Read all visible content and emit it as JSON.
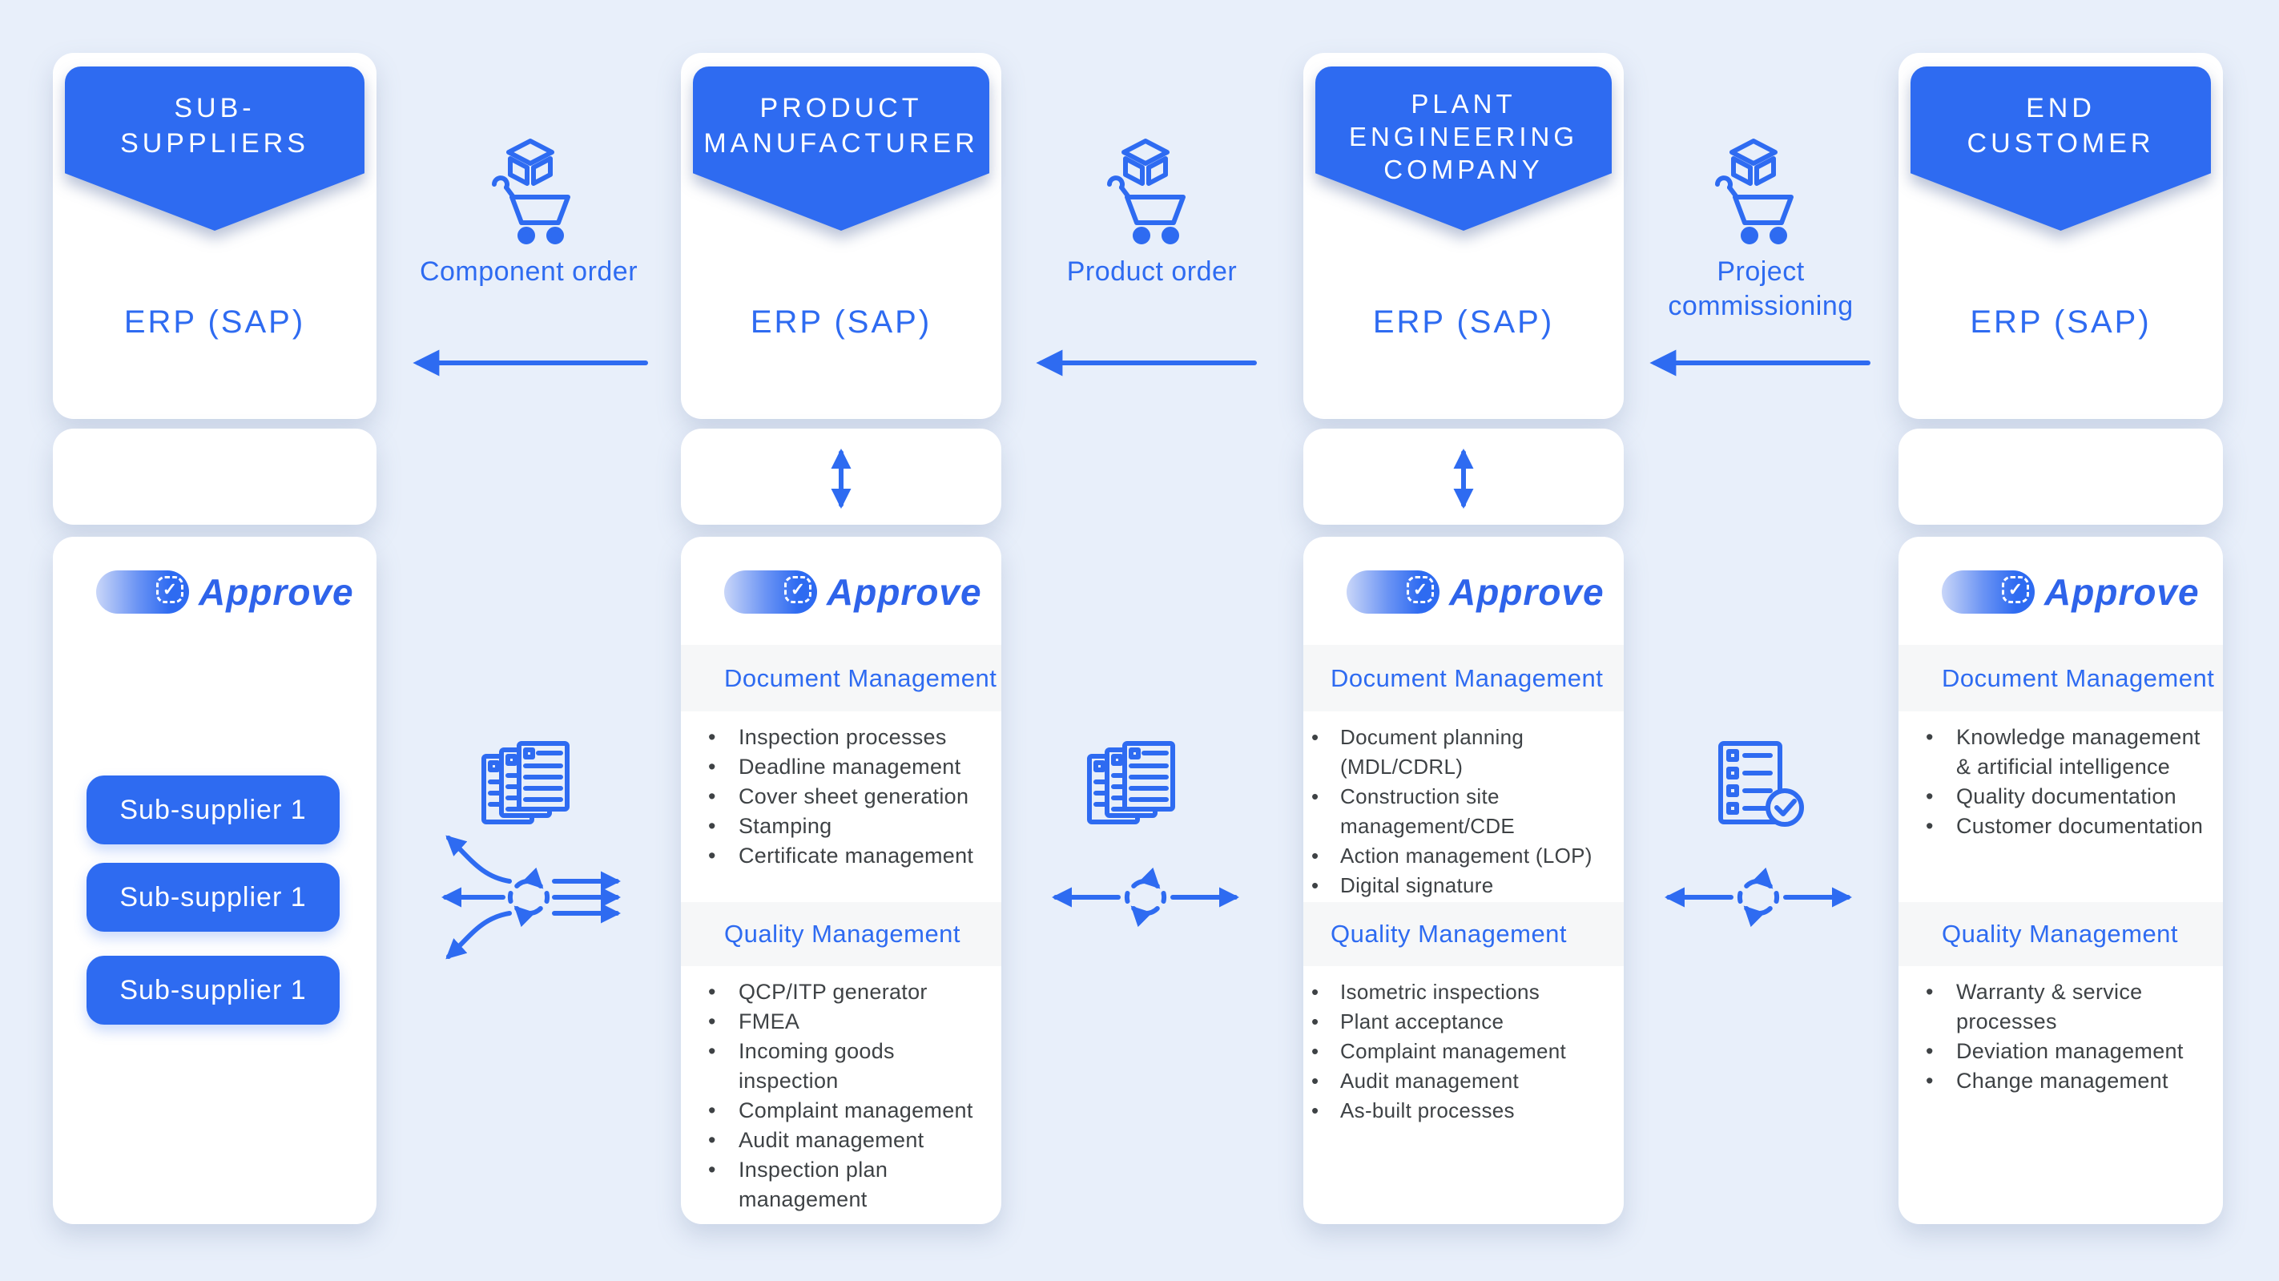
{
  "colors": {
    "background": "#e8effa",
    "accent": "#2e6bf1",
    "card": "#ffffff",
    "section_band": "#f6f7f8",
    "list_text": "#3e4245",
    "logo_text_color": "#2e63ea",
    "banner_text": "#ffffff"
  },
  "logo": {
    "text": "Approve",
    "check_glyph": "✓"
  },
  "columns": [
    {
      "name": "sub-suppliers",
      "header_lines": [
        "SUB-",
        "SUPPLIERS"
      ],
      "erp_label": "ERP (SAP)",
      "logo_text": "Approve",
      "buttons": [
        "Sub-supplier 1",
        "Sub-supplier 1",
        "Sub-supplier 1"
      ]
    },
    {
      "name": "product-manufacturer",
      "header_lines": [
        "PRODUCT",
        "MANUFACTURER"
      ],
      "erp_label": "ERP (SAP)",
      "logo_text": "Approve",
      "doc_title": "Document Management",
      "doc_items": [
        "Inspection processes",
        "Deadline management",
        "Cover sheet generation",
        "Stamping",
        "Certificate management"
      ],
      "quality_title": "Quality Management",
      "quality_items": [
        "QCP/ITP generator",
        "FMEA",
        "Incoming goods inspection",
        "Complaint management",
        "Audit management",
        "Inspection plan management"
      ]
    },
    {
      "name": "plant-engineering-company",
      "header_lines": [
        "PLANT",
        "ENGINEERING",
        "COMPANY"
      ],
      "erp_label": "ERP (SAP)",
      "logo_text": "Approve",
      "doc_title": "Document Management",
      "doc_items": [
        "Document planning (MDL/CDRL)",
        "Construction site management/CDE",
        "Action management (LOP)",
        "Digital signature"
      ],
      "quality_title": "Quality Management",
      "quality_items": [
        "Isometric inspections",
        "Plant acceptance",
        "Complaint management",
        "Audit management",
        "As-built processes"
      ]
    },
    {
      "name": "end-customer",
      "header_lines": [
        "END",
        "CUSTOMER"
      ],
      "erp_label": "ERP (SAP)",
      "logo_text": "Approve",
      "doc_title": "Document Management",
      "doc_items": [
        "Knowledge management & artificial intelligence",
        "Quality documentation",
        "Customer documentation"
      ],
      "quality_title": "Quality Management",
      "quality_items": [
        "Warranty & service processes",
        "Deviation management",
        "Change management"
      ]
    }
  ],
  "connectors": [
    {
      "label": "Component order",
      "icons": [
        "package-cart-icon",
        "documents-stack-icon",
        "sync-branch-icon",
        "left-arrow"
      ]
    },
    {
      "label": "Product order",
      "icons": [
        "package-cart-icon",
        "documents-stack-icon",
        "sync-icon",
        "left-arrow"
      ]
    },
    {
      "label": "Project commissioning",
      "icons": [
        "package-cart-icon",
        "checklist-check-icon",
        "sync-icon",
        "left-arrow"
      ]
    }
  ]
}
